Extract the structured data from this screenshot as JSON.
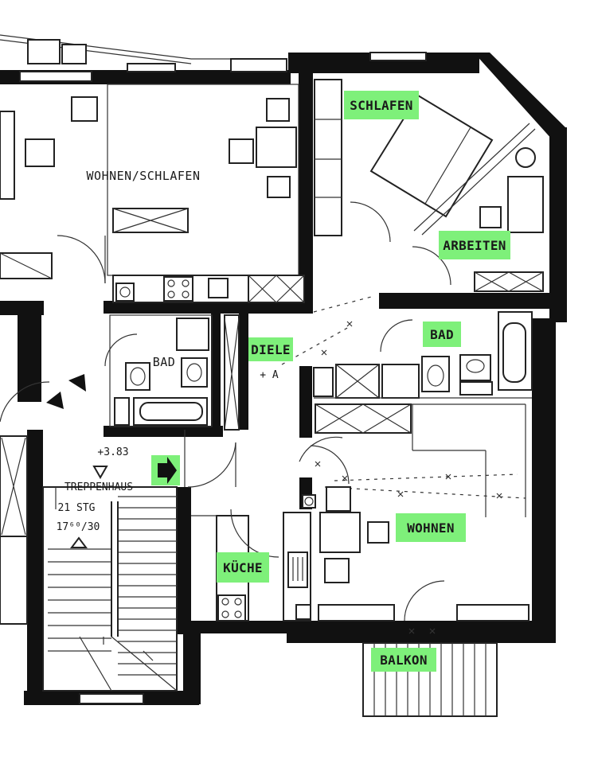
{
  "colors": {
    "highlight": "#7ef07a",
    "wall": "#111111",
    "background": "#ffffff"
  },
  "rooms": {
    "wohnen_schlafen": "WOHNEN/SCHLAFEN",
    "schlafen": "SCHLAFEN",
    "arbeiten": "ARBEITEN",
    "bad_left": "BAD",
    "bad_right": "BAD",
    "diele": "DIELE",
    "wohnen": "WOHNEN",
    "kueche": "KÜCHE",
    "balkon": "BALKON",
    "treppenhaus": "TREPPENHAUS"
  },
  "annotations": {
    "level": "+3.83",
    "stairs": "21 STG",
    "stair_dims": "17⁶⁰/30",
    "diele_mark": "+ A"
  }
}
